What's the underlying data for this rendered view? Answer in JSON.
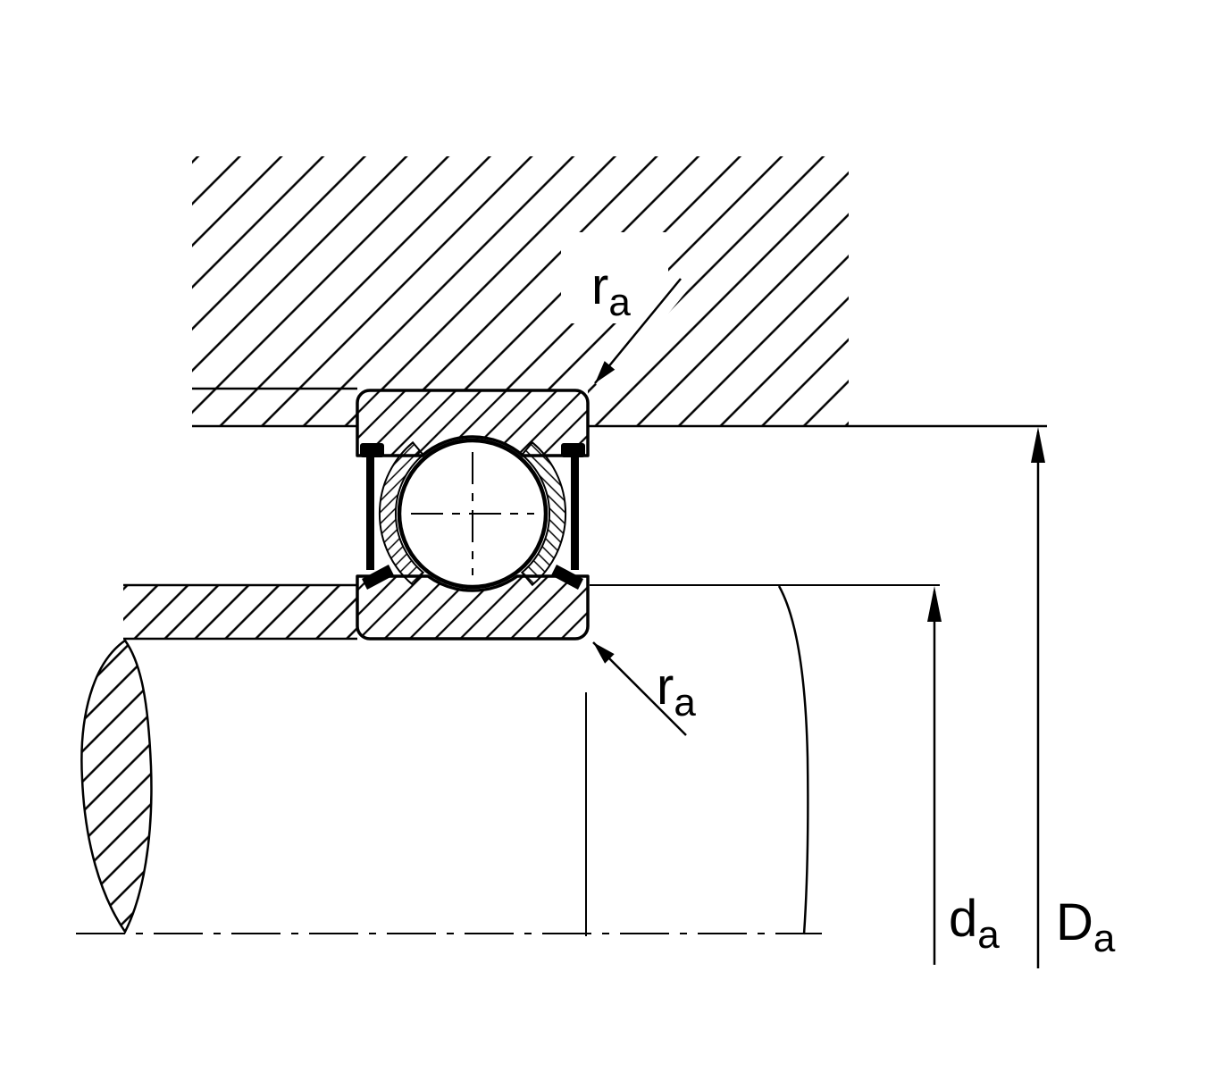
{
  "labels": {
    "fillet_top": {
      "main": "r",
      "sub": "a"
    },
    "fillet_bottom": {
      "main": "r",
      "sub": "a"
    },
    "shaft_abutment": {
      "main": "d",
      "sub": "a"
    },
    "housing_abutment": {
      "main": "D",
      "sub": "a"
    }
  },
  "colors": {
    "line": "#000000",
    "background": "#ffffff"
  }
}
